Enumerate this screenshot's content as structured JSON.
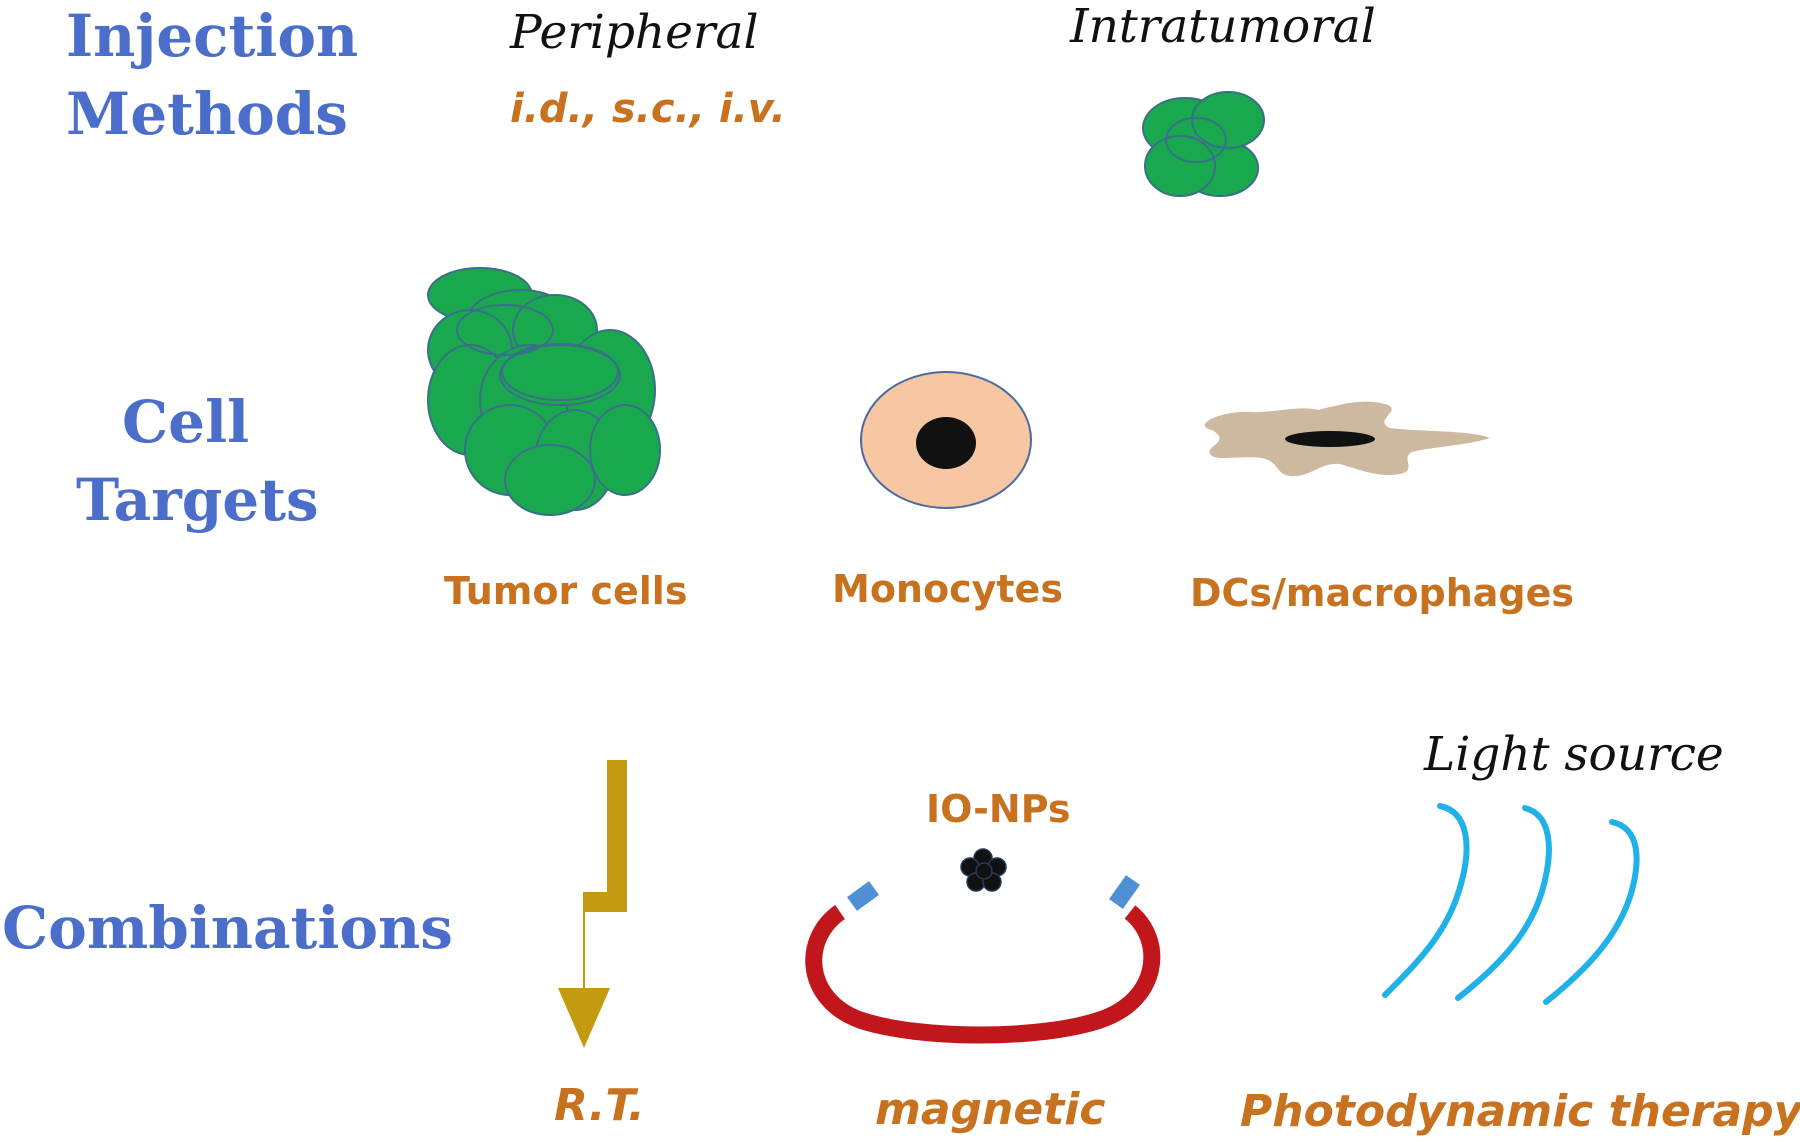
{
  "colors": {
    "heading": "#4a6ec9",
    "label": "#c8711f",
    "black": "#111111",
    "tumor_green": "#19a84e",
    "tumor_outline": "#3a6f8a",
    "monocyte_fill": "#f7c6a3",
    "monocyte_outline": "#4a6aa0",
    "dc_fill": "#cdb9a0",
    "rt_arrow": "#c49a10",
    "magnet_red": "#c0161c",
    "magnet_tip": "#4f8fd6",
    "light_blue": "#1fb1e8"
  },
  "sections": {
    "injection": {
      "heading_line1": "Injection",
      "heading_line2": "Methods",
      "peripheral_label": "Peripheral",
      "peripheral_routes": "i.d., s.c., i.v.",
      "intratumoral_label": "Intratumoral"
    },
    "cell_targets": {
      "heading_line1": "Cell",
      "heading_line2": "Targets",
      "tumor_label": "Tumor cells",
      "monocyte_label": "Monocytes",
      "dc_label": "DCs/macrophages"
    },
    "combinations": {
      "heading": "Combinations",
      "rt_label": "R.T.",
      "ionp_label": "IO-NPs",
      "magnetic_label": "magnetic",
      "light_label": "Light source",
      "pdt_label": "Photodynamic therapy"
    }
  },
  "icons": {
    "intratumoral": "small-tumor-cluster-icon",
    "tumor": "tumor-cells-icon",
    "monocyte": "monocyte-icon",
    "dc": "dendritic-cell-icon",
    "rt": "radiation-lightning-arrow-icon",
    "nanoparticles": "nanoparticle-cluster-icon",
    "magnet": "horseshoe-magnet-icon",
    "light": "light-rays-icon"
  }
}
